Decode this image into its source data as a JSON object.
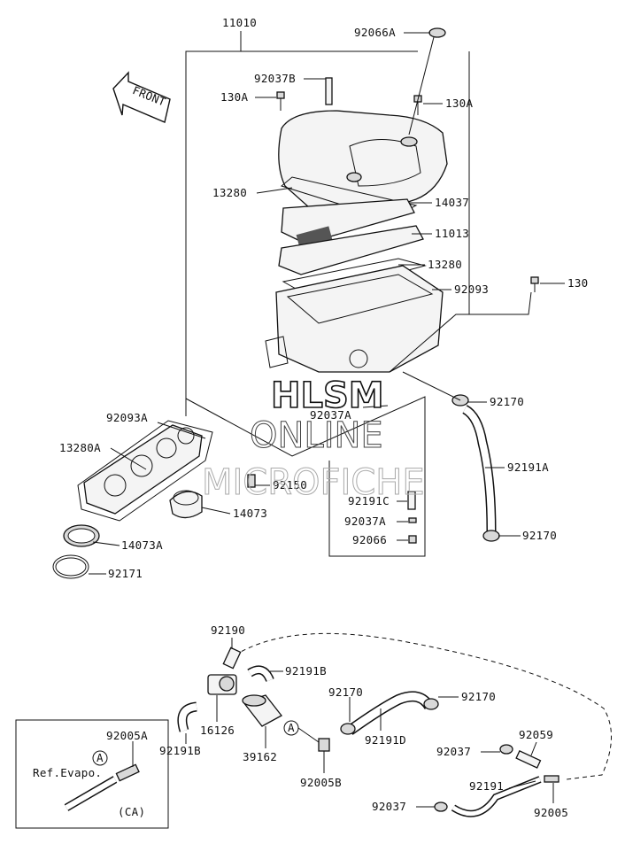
{
  "diagram": {
    "front_label": "FRONT",
    "callouts": [
      {
        "id": "11010",
        "text": "11010"
      },
      {
        "id": "92066A",
        "text": "92066A"
      },
      {
        "id": "92037B",
        "text": "92037B"
      },
      {
        "id": "130A-left",
        "text": "130A"
      },
      {
        "id": "130A-right",
        "text": "130A"
      },
      {
        "id": "13280-top",
        "text": "13280"
      },
      {
        "id": "14037",
        "text": "14037"
      },
      {
        "id": "11013",
        "text": "11013"
      },
      {
        "id": "13280-mid",
        "text": "13280"
      },
      {
        "id": "92093",
        "text": "92093"
      },
      {
        "id": "130",
        "text": "130"
      },
      {
        "id": "92170-a",
        "text": "92170"
      },
      {
        "id": "92037A-top",
        "text": "92037A"
      },
      {
        "id": "92093A",
        "text": "92093A"
      },
      {
        "id": "13280A",
        "text": "13280A"
      },
      {
        "id": "92191A",
        "text": "92191A"
      },
      {
        "id": "92150",
        "text": "92150"
      },
      {
        "id": "14073",
        "text": "14073"
      },
      {
        "id": "92191C",
        "text": "92191C"
      },
      {
        "id": "92037A-bot",
        "text": "92037A"
      },
      {
        "id": "92066",
        "text": "92066"
      },
      {
        "id": "92170-b",
        "text": "92170"
      },
      {
        "id": "14073A",
        "text": "14073A"
      },
      {
        "id": "92171",
        "text": "92171"
      },
      {
        "id": "92190",
        "text": "92190"
      },
      {
        "id": "92191B-top",
        "text": "92191B"
      },
      {
        "id": "92170-c",
        "text": "92170"
      },
      {
        "id": "92170-d",
        "text": "92170"
      },
      {
        "id": "16126",
        "text": "16126"
      },
      {
        "id": "92191B-bot",
        "text": "92191B"
      },
      {
        "id": "92191D",
        "text": "92191D"
      },
      {
        "id": "39162",
        "text": "39162"
      },
      {
        "id": "92059",
        "text": "92059"
      },
      {
        "id": "92037-a",
        "text": "92037"
      },
      {
        "id": "92005B",
        "text": "92005B"
      },
      {
        "id": "92191",
        "text": "92191"
      },
      {
        "id": "92037-b",
        "text": "92037"
      },
      {
        "id": "92005",
        "text": "92005"
      },
      {
        "id": "92005A",
        "text": "92005A"
      }
    ],
    "inset": {
      "ref_label": "Ref.Evapo.",
      "region_label": "(CA)",
      "connector_letter": "A"
    },
    "connector_letter": "A",
    "watermark": {
      "line1": "HLSM",
      "line2": "ONLINE",
      "line3": "MICROFICHE"
    }
  }
}
